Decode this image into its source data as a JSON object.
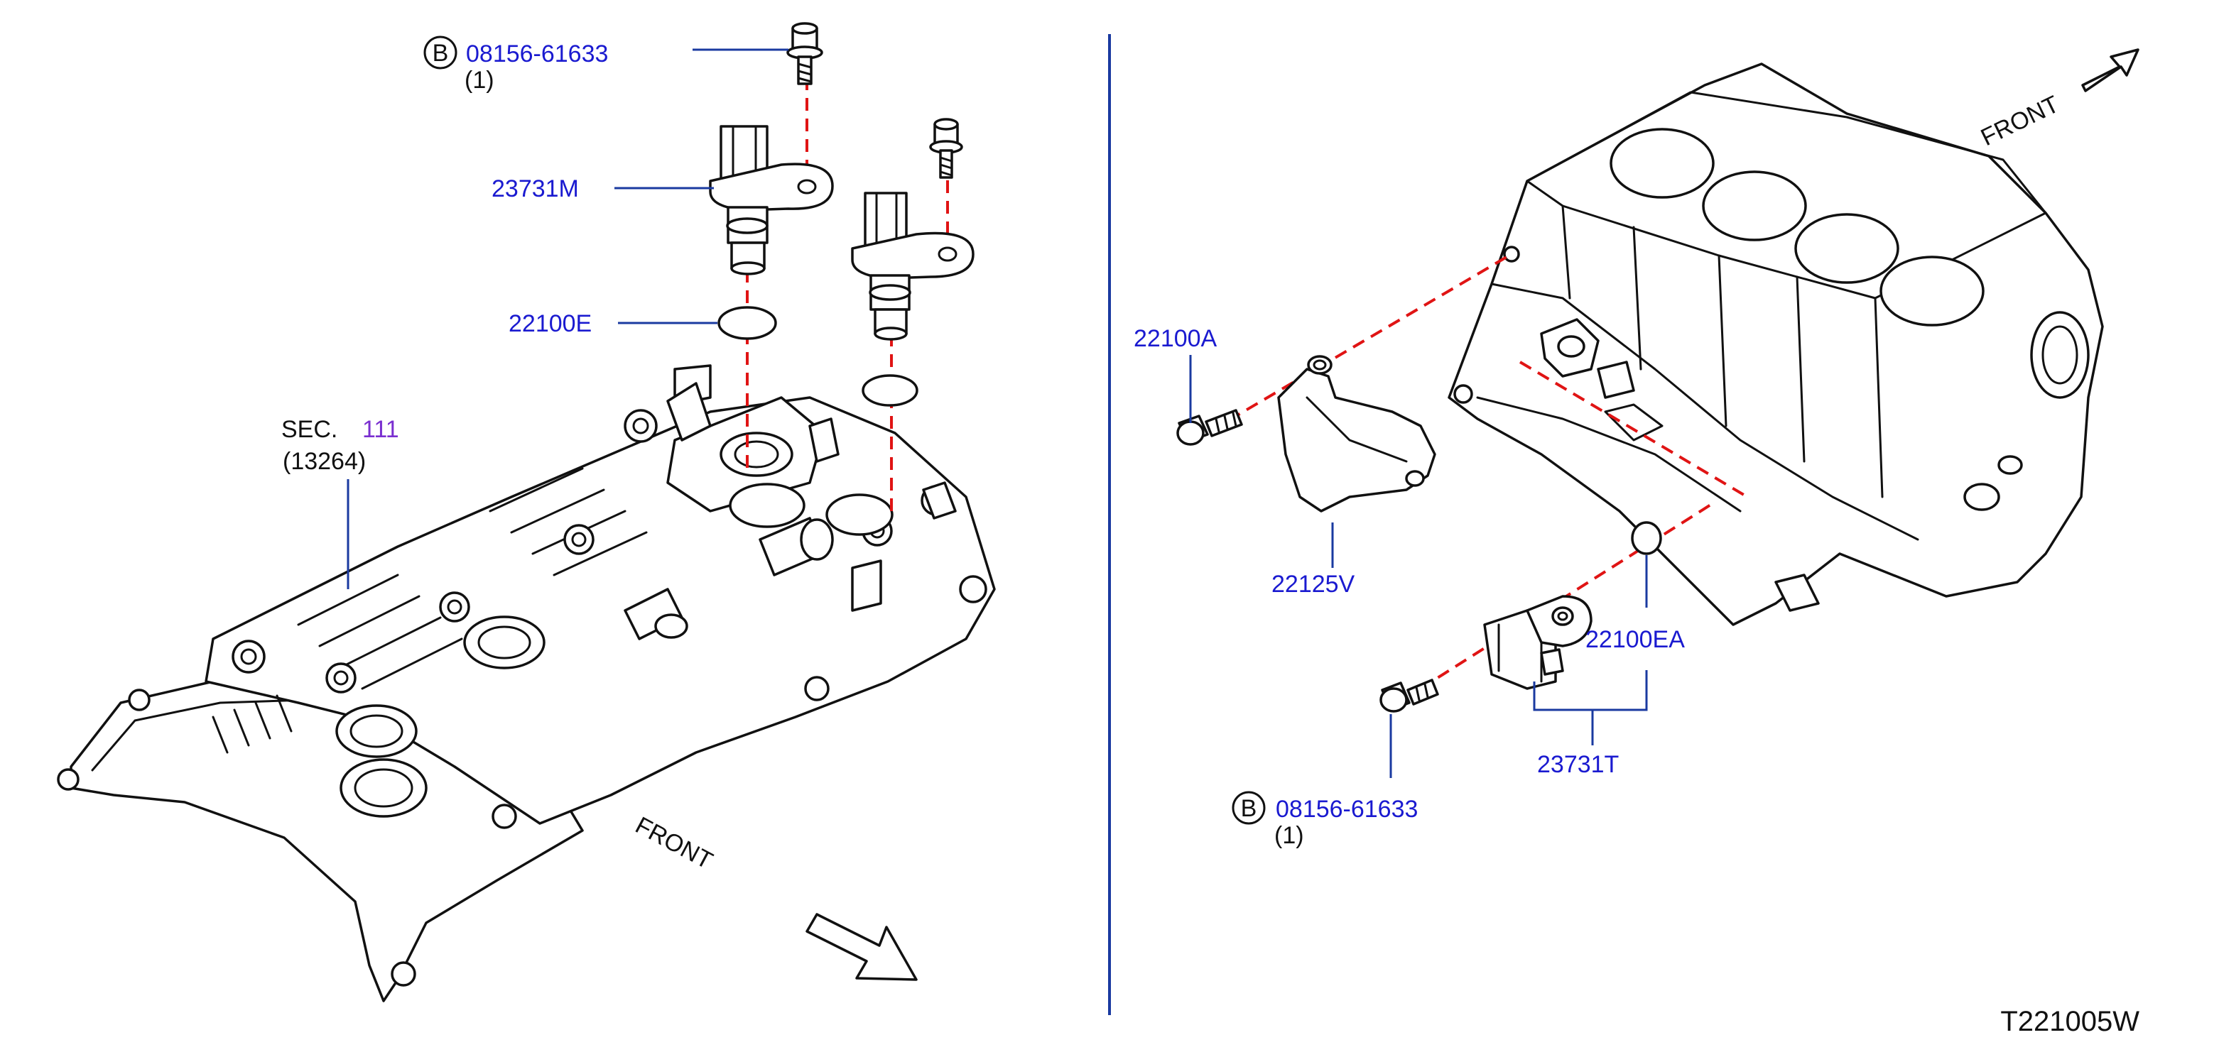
{
  "diagram": {
    "code": "T221005W",
    "colors": {
      "part_label": "#1a1ad0",
      "leader": "#1a3aa0",
      "guide_dash": "#e01414",
      "sec_number": "#7a2fd0"
    },
    "left_view": {
      "front_text": "FRONT",
      "bolt_callout": {
        "symbol": "B",
        "part": "08156-61633",
        "qty": "(1)"
      },
      "labels": {
        "sensor": "23731M",
        "oring": "22100E"
      },
      "section": {
        "prefix": "SEC.",
        "number": "111",
        "ref": "(13264)"
      }
    },
    "right_view": {
      "front_text": "FRONT",
      "labels": {
        "bolt": "22100A",
        "bracket": "22125V",
        "oring": "22100EA",
        "sensor": "23731T"
      },
      "bolt_callout": {
        "symbol": "B",
        "part": "08156-61633",
        "qty": "(1)"
      }
    }
  }
}
